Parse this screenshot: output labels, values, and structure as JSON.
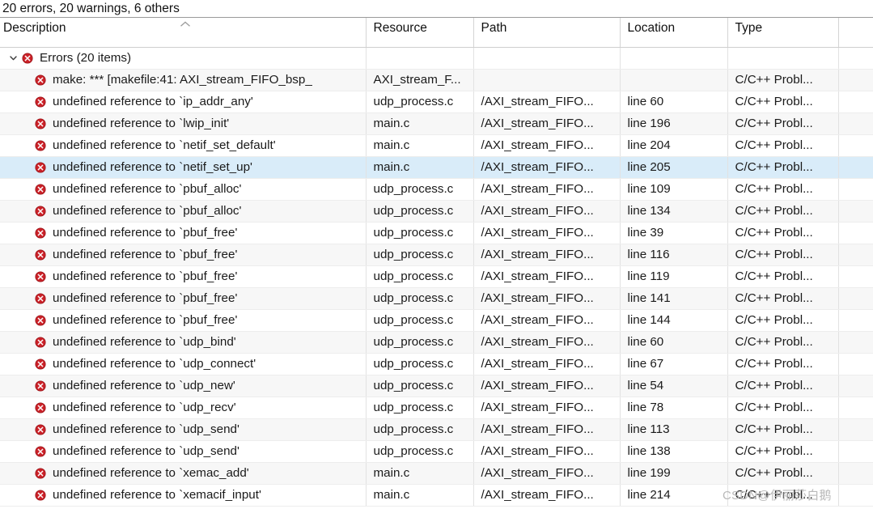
{
  "summary": {
    "text": "20 errors, 20 warnings, 6 others"
  },
  "columns": [
    {
      "key": "description",
      "label": "Description",
      "sorted": true,
      "sort_direction": "asc"
    },
    {
      "key": "resource",
      "label": "Resource"
    },
    {
      "key": "path",
      "label": "Path"
    },
    {
      "key": "location",
      "label": "Location"
    },
    {
      "key": "type",
      "label": "Type"
    },
    {
      "key": "spacer",
      "label": ""
    }
  ],
  "group": {
    "label": "Errors (20 items)",
    "expanded": true,
    "icon": "error-icon",
    "twisty": "chevron-down-icon"
  },
  "rows": [
    {
      "description": "make: *** [makefile:41: AXI_stream_FIFO_bsp_",
      "resource": "AXI_stream_F...",
      "path": "",
      "location": "",
      "type": "C/C++ Probl...",
      "selected": false
    },
    {
      "description": "undefined reference to `ip_addr_any'",
      "resource": "udp_process.c",
      "path": "/AXI_stream_FIFO...",
      "location": "line 60",
      "type": "C/C++ Probl...",
      "selected": false
    },
    {
      "description": "undefined reference to `lwip_init'",
      "resource": "main.c",
      "path": "/AXI_stream_FIFO...",
      "location": "line 196",
      "type": "C/C++ Probl...",
      "selected": false
    },
    {
      "description": "undefined reference to `netif_set_default'",
      "resource": "main.c",
      "path": "/AXI_stream_FIFO...",
      "location": "line 204",
      "type": "C/C++ Probl...",
      "selected": false
    },
    {
      "description": "undefined reference to `netif_set_up'",
      "resource": "main.c",
      "path": "/AXI_stream_FIFO...",
      "location": "line 205",
      "type": "C/C++ Probl...",
      "selected": true
    },
    {
      "description": "undefined reference to `pbuf_alloc'",
      "resource": "udp_process.c",
      "path": "/AXI_stream_FIFO...",
      "location": "line 109",
      "type": "C/C++ Probl...",
      "selected": false
    },
    {
      "description": "undefined reference to `pbuf_alloc'",
      "resource": "udp_process.c",
      "path": "/AXI_stream_FIFO...",
      "location": "line 134",
      "type": "C/C++ Probl...",
      "selected": false
    },
    {
      "description": "undefined reference to `pbuf_free'",
      "resource": "udp_process.c",
      "path": "/AXI_stream_FIFO...",
      "location": "line 39",
      "type": "C/C++ Probl...",
      "selected": false
    },
    {
      "description": "undefined reference to `pbuf_free'",
      "resource": "udp_process.c",
      "path": "/AXI_stream_FIFO...",
      "location": "line 116",
      "type": "C/C++ Probl...",
      "selected": false
    },
    {
      "description": "undefined reference to `pbuf_free'",
      "resource": "udp_process.c",
      "path": "/AXI_stream_FIFO...",
      "location": "line 119",
      "type": "C/C++ Probl...",
      "selected": false
    },
    {
      "description": "undefined reference to `pbuf_free'",
      "resource": "udp_process.c",
      "path": "/AXI_stream_FIFO...",
      "location": "line 141",
      "type": "C/C++ Probl...",
      "selected": false
    },
    {
      "description": "undefined reference to `pbuf_free'",
      "resource": "udp_process.c",
      "path": "/AXI_stream_FIFO...",
      "location": "line 144",
      "type": "C/C++ Probl...",
      "selected": false
    },
    {
      "description": "undefined reference to `udp_bind'",
      "resource": "udp_process.c",
      "path": "/AXI_stream_FIFO...",
      "location": "line 60",
      "type": "C/C++ Probl...",
      "selected": false
    },
    {
      "description": "undefined reference to `udp_connect'",
      "resource": "udp_process.c",
      "path": "/AXI_stream_FIFO...",
      "location": "line 67",
      "type": "C/C++ Probl...",
      "selected": false
    },
    {
      "description": "undefined reference to `udp_new'",
      "resource": "udp_process.c",
      "path": "/AXI_stream_FIFO...",
      "location": "line 54",
      "type": "C/C++ Probl...",
      "selected": false
    },
    {
      "description": "undefined reference to `udp_recv'",
      "resource": "udp_process.c",
      "path": "/AXI_stream_FIFO...",
      "location": "line 78",
      "type": "C/C++ Probl...",
      "selected": false
    },
    {
      "description": "undefined reference to `udp_send'",
      "resource": "udp_process.c",
      "path": "/AXI_stream_FIFO...",
      "location": "line 113",
      "type": "C/C++ Probl...",
      "selected": false
    },
    {
      "description": "undefined reference to `udp_send'",
      "resource": "udp_process.c",
      "path": "/AXI_stream_FIFO...",
      "location": "line 138",
      "type": "C/C++ Probl...",
      "selected": false
    },
    {
      "description": "undefined reference to `xemac_add'",
      "resource": "main.c",
      "path": "/AXI_stream_FIFO...",
      "location": "line 199",
      "type": "C/C++ Probl...",
      "selected": false
    },
    {
      "description": "undefined reference to `xemacif_input'",
      "resource": "main.c",
      "path": "/AXI_stream_FIFO...",
      "location": "line 214",
      "type": "C/C++ Probl...",
      "selected": false
    }
  ],
  "watermark": {
    "text": "CSDN@伊丽莎白鹅"
  },
  "colors": {
    "error_red": "#cc2229",
    "selection_blue": "#d9ecf9",
    "row_alt": "#f7f7f7",
    "grid_line": "#e2e2e2",
    "header_border": "#9a9a9a"
  }
}
